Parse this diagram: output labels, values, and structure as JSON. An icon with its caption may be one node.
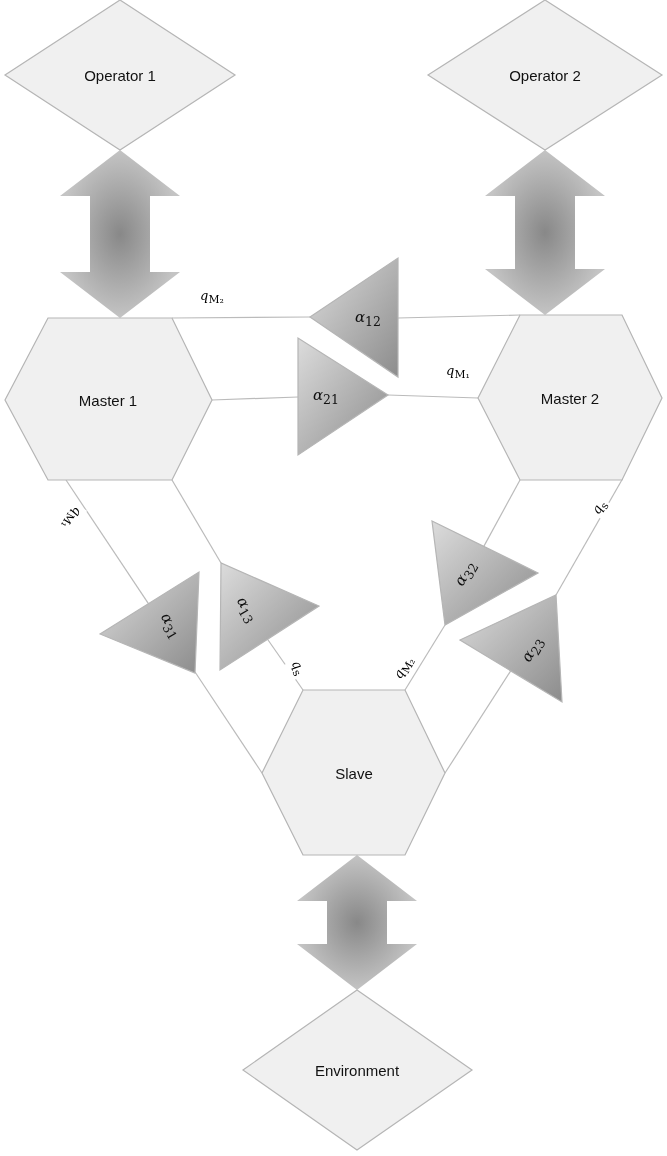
{
  "diagram": {
    "nodes": [
      {
        "text": [
          "Operator 1"
        ]
      },
      {
        "text": [
          "Operator 2"
        ]
      },
      {
        "text": [
          "Master 1"
        ]
      },
      {
        "text": [
          "*α*$_{12}$"
        ]
      },
      {
        "text": [
          "*α*$_{21}$"
        ]
      },
      {
        "text": [
          "Master 2"
        ]
      },
      {
        "text": [
          "*α*$_{31}$"
        ]
      },
      {
        "text": [
          "*α*$_{13}$"
        ]
      },
      {
        "text": [
          "*α*$_{32}$"
        ]
      },
      {
        "text": [
          "*α*$_{23}$"
        ]
      },
      {
        "text": [
          "Slave"
        ]
      },
      {
        "text": [
          "Environment"
        ]
      }
    ],
    "edges": [
      {
        "from": 0,
        "to": 2,
        "arrow": "both",
        "style": "thick"
      },
      {
        "from": 1,
        "to": 5,
        "arrow": "both",
        "style": "thick"
      },
      {
        "from": 5,
        "to": 3,
        "arrow": "none"
      },
      {
        "from": 3,
        "to": 2,
        "arrow": "none",
        "label": "*q*$_{M₂}$"
      },
      {
        "from": 2,
        "to": 4,
        "arrow": "none"
      },
      {
        "from": 4,
        "to": 5,
        "arrow": "none",
        "label": "*q*$_{M₁}$"
      },
      {
        "from": 2,
        "to": 6,
        "arrow": "none",
        "label": "*q*$_{M₁}$"
      },
      {
        "from": 6,
        "to": 10,
        "arrow": "none"
      },
      {
        "from": 2,
        "to": 7,
        "arrow": "none"
      },
      {
        "from": 7,
        "to": 10,
        "arrow": "none",
        "label": "*q*$_{s}$"
      },
      {
        "from": 5,
        "to": 8,
        "arrow": "none"
      },
      {
        "from": 8,
        "to": 10,
        "arrow": "none",
        "label": "*q*$_{M₂}$"
      },
      {
        "from": 5,
        "to": 9,
        "arrow": "none",
        "label": "*q*$_{s}$"
      },
      {
        "from": 9,
        "to": 10,
        "arrow": "none"
      },
      {
        "from": 10,
        "to": 11,
        "arrow": "both",
        "style": "thick"
      }
    ]
  }
}
